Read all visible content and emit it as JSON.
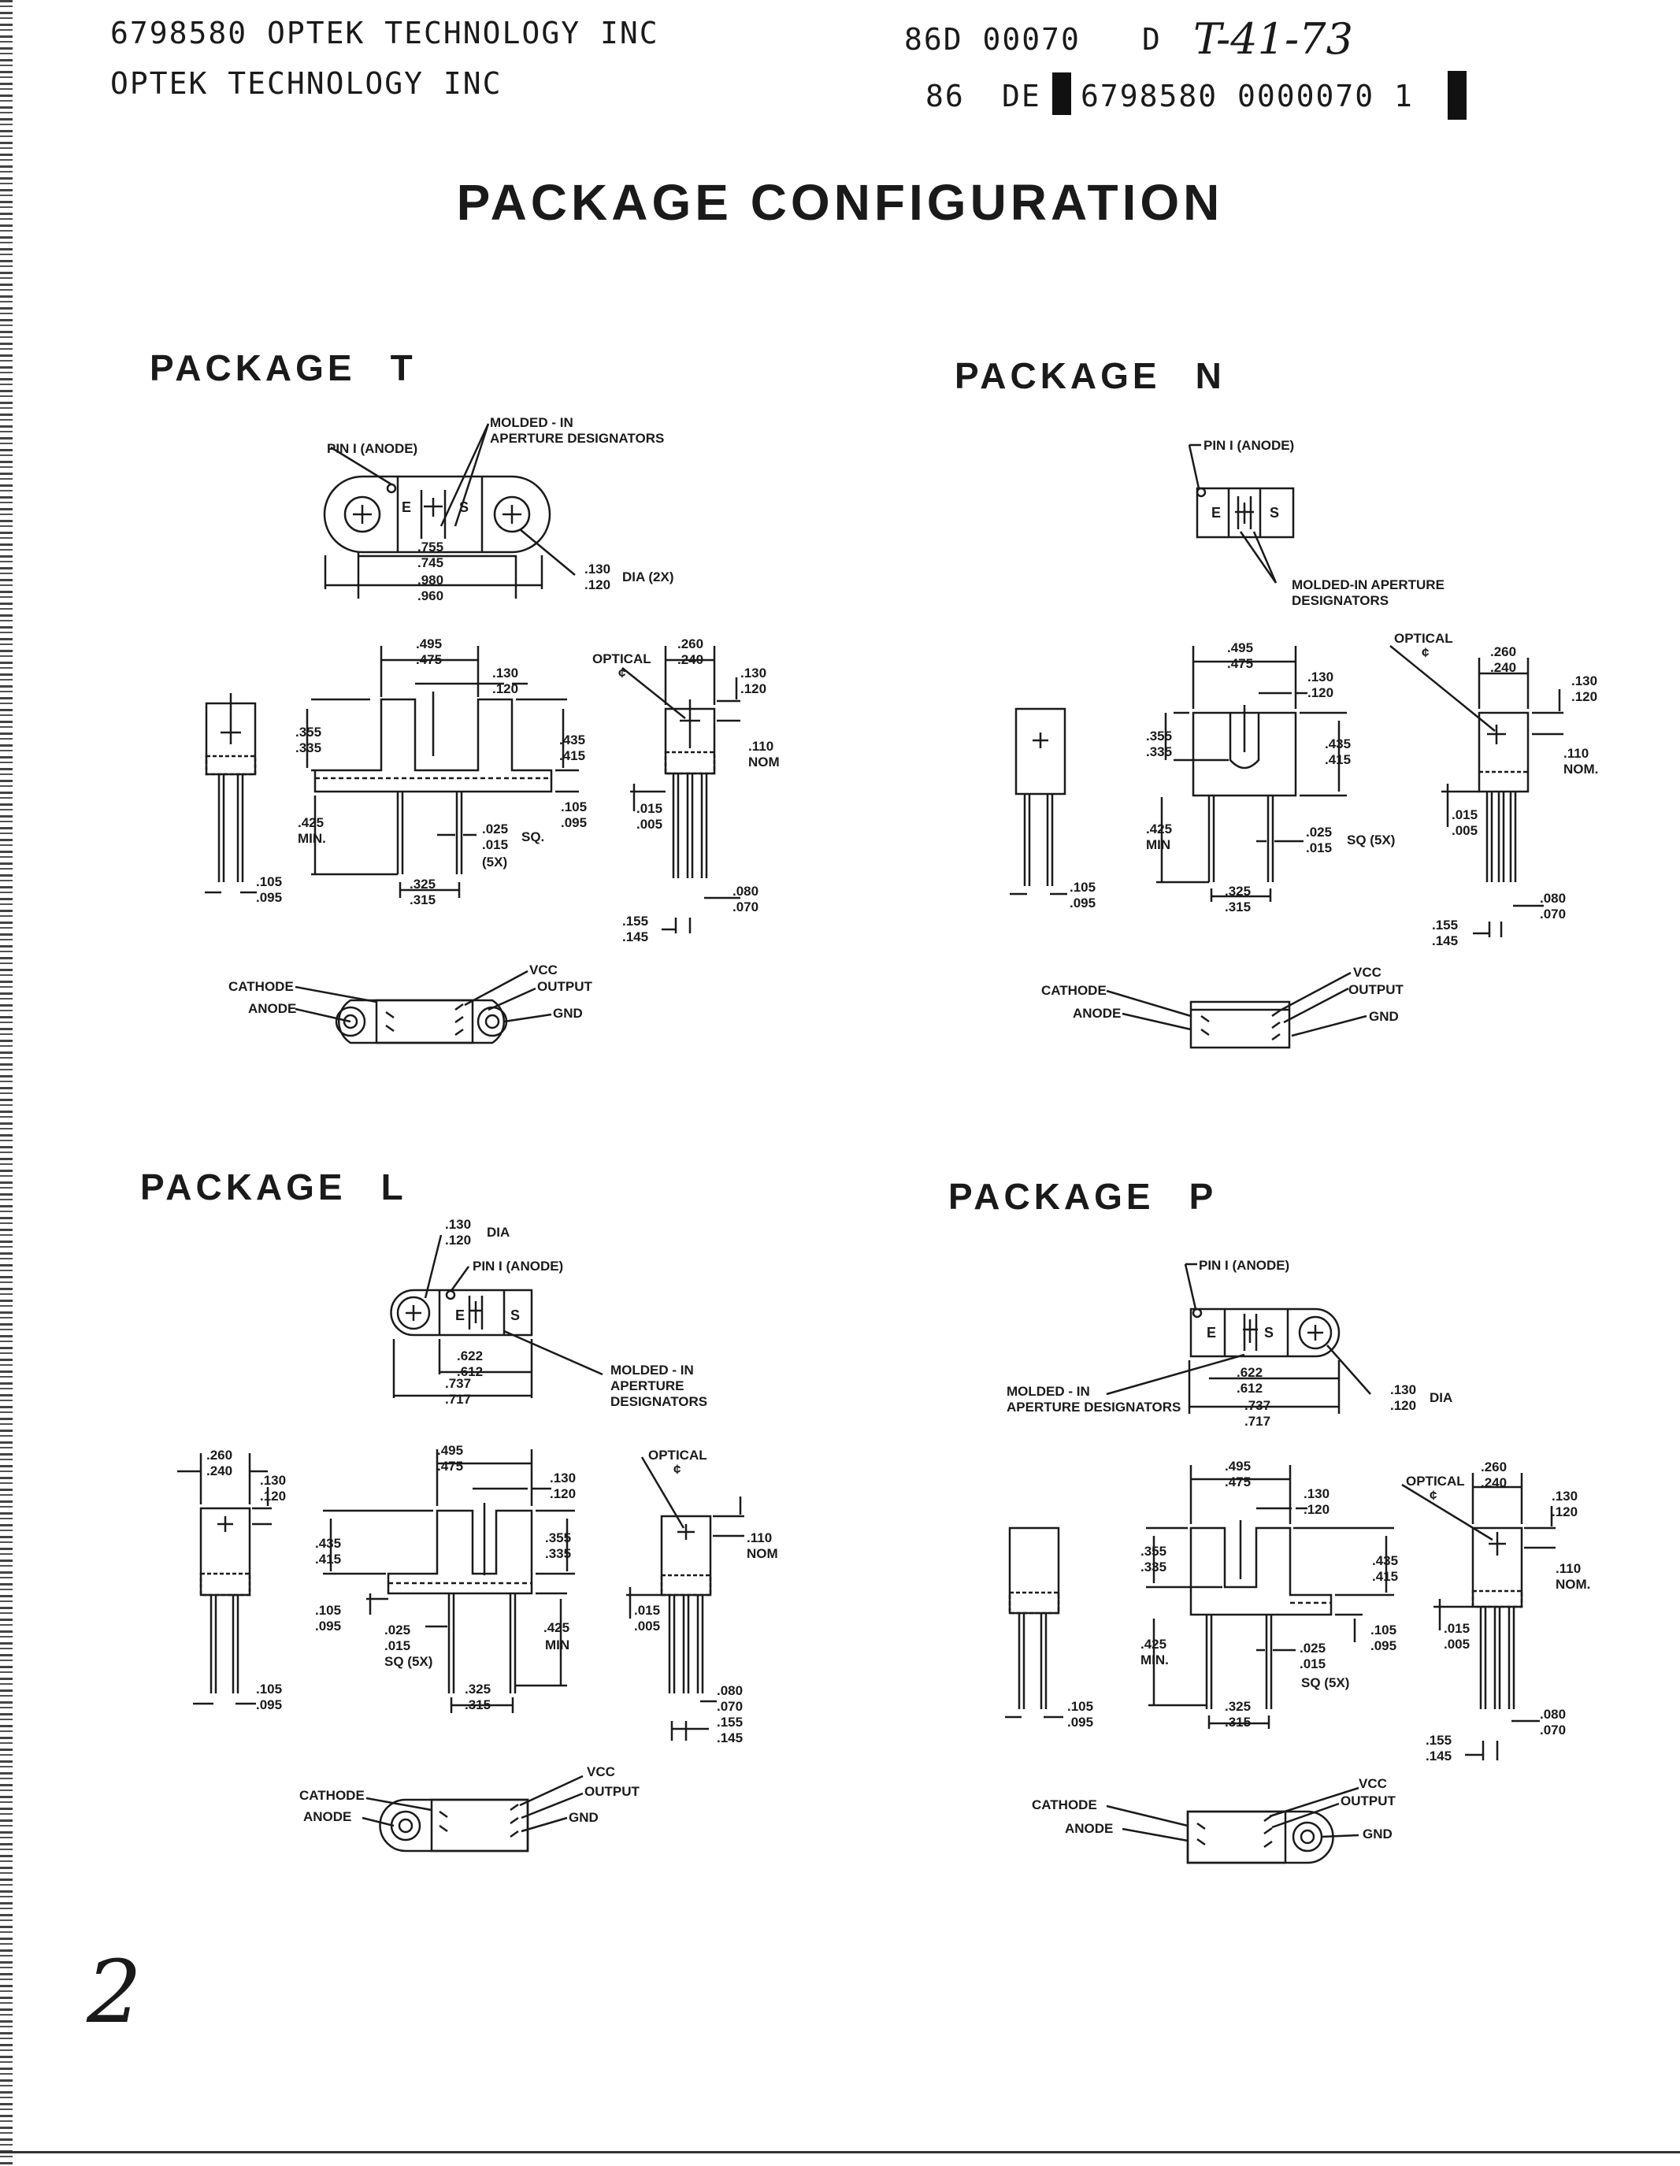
{
  "header": {
    "line1_company": "6798580 OPTEK TECHNOLOGY INC",
    "line1_code": "86D 00070",
    "line1_d": "D",
    "handwritten_code": "T-41-73",
    "line2_company": "OPTEK TECHNOLOGY INC",
    "line2_code": "86",
    "line2_de": "DE",
    "line2_serial": "6798580 0000070 1"
  },
  "title": "PACKAGE CONFIGURATION",
  "page_number": "2",
  "labels": {
    "pin1_anode": "PIN I (ANODE)",
    "molded_in": "MOLDED - IN",
    "aperture_designators": "APERTURE DESIGNATORS",
    "molded_in_aperture": "MOLDED-IN APERTURE",
    "designators": "DESIGNATORS",
    "aperture": "APERTURE",
    "optical": "OPTICAL",
    "cl": "¢",
    "dia": "DIA",
    "dia_2x": "DIA (2X)",
    "nom": "NOM",
    "nom_dot": "NOM.",
    "min": "MIN",
    "min_dot": "MIN.",
    "sq": "SQ.",
    "sq_5x": "SQ (5X)",
    "x5": "(5X)",
    "cathode": "CATHODE",
    "anode": "ANODE",
    "vcc": "VCC",
    "output": "OUTPUT",
    "gnd": "GND",
    "e": "E",
    "s": "S"
  },
  "dims": {
    "d755": ".755",
    "d745": ".745",
    "d980": ".980",
    "d960": ".960",
    "d130": ".130",
    "d120": ".120",
    "d495": ".495",
    "d475": ".475",
    "d355": ".355",
    "d335": ".335",
    "d435": ".435",
    "d415": ".415",
    "d260": ".260",
    "d240": ".240",
    "d110": ".110",
    "d105": ".105",
    "d095": ".095",
    "d425": ".425",
    "d025": ".025",
    "d015": ".015",
    "d005": ".005",
    "d325": ".325",
    "d315": ".315",
    "d080": ".080",
    "d070": ".070",
    "d155": ".155",
    "d145": ".145",
    "d622": ".622",
    "d612": ".612",
    "d737": ".737",
    "d717": ".717"
  },
  "packages": [
    {
      "id": "T",
      "label": "PACKAGE",
      "letter": "T"
    },
    {
      "id": "N",
      "label": "PACKAGE",
      "letter": "N"
    },
    {
      "id": "L",
      "label": "PACKAGE",
      "letter": "L"
    },
    {
      "id": "P",
      "label": "PACKAGE",
      "letter": "P"
    }
  ]
}
